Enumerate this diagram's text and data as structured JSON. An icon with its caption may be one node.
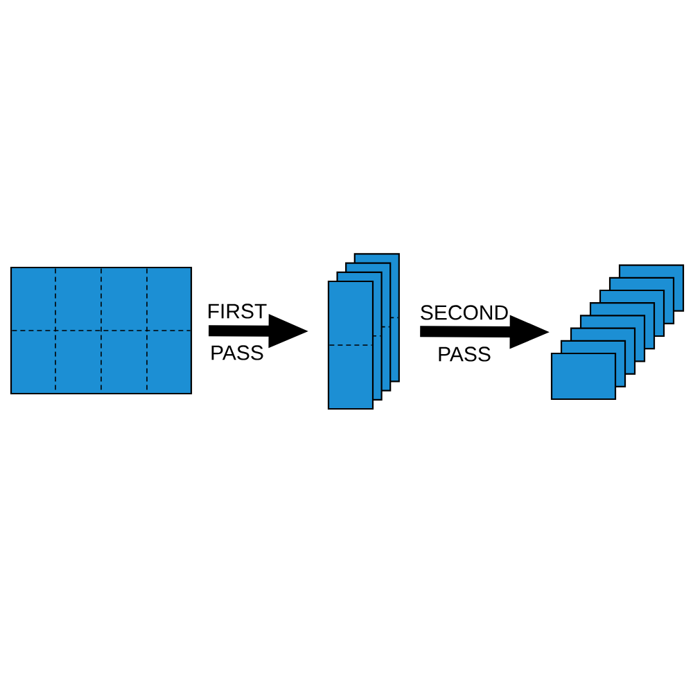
{
  "diagram": {
    "nodes": [
      {
        "text": [],
        "shape": "box"
      },
      {
        "text": [],
        "shape": "stack"
      },
      {
        "text": [],
        "shape": "stack"
      }
    ],
    "edges": [
      {
        "from": 0,
        "to": 1,
        "arrow": "to",
        "label": "FIRST PASS"
      },
      {
        "from": 1,
        "to": 2,
        "arrow": "to",
        "label": "SECOND PASS"
      }
    ]
  }
}
